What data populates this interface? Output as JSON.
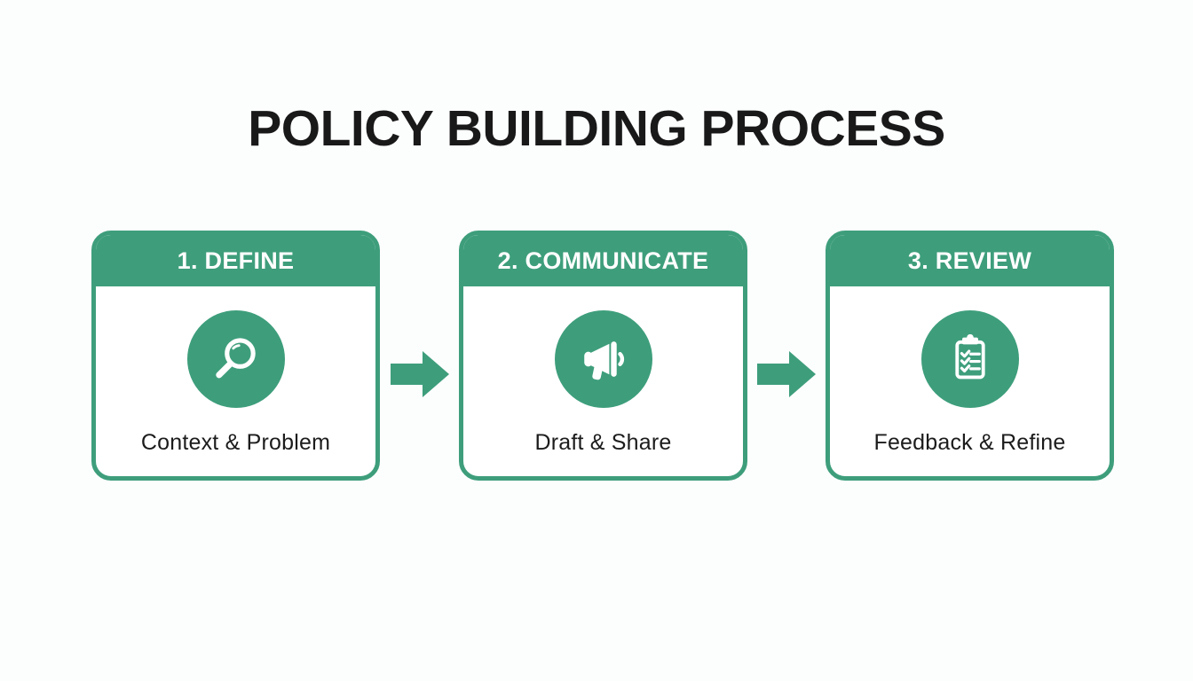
{
  "title": "POLICY BUILDING PROCESS",
  "theme": {
    "accent_green": "#3E9E7C",
    "background": "#FCFDFD",
    "card_background": "#FFFFFF",
    "header_text_color": "#FFFFFF",
    "label_text_color": "#1C1C1C"
  },
  "steps": [
    {
      "header": "1. DEFINE",
      "label": "Context & Problem",
      "icon": "magnifier-icon"
    },
    {
      "header": "2. COMMUNICATE",
      "label": "Draft & Share",
      "icon": "megaphone-icon"
    },
    {
      "header": "3. REVIEW",
      "label": "Feedback & Refine",
      "icon": "clipboard-checklist-icon"
    }
  ],
  "connectors": [
    {
      "icon": "arrow-right-icon"
    },
    {
      "icon": "arrow-right-icon"
    }
  ]
}
